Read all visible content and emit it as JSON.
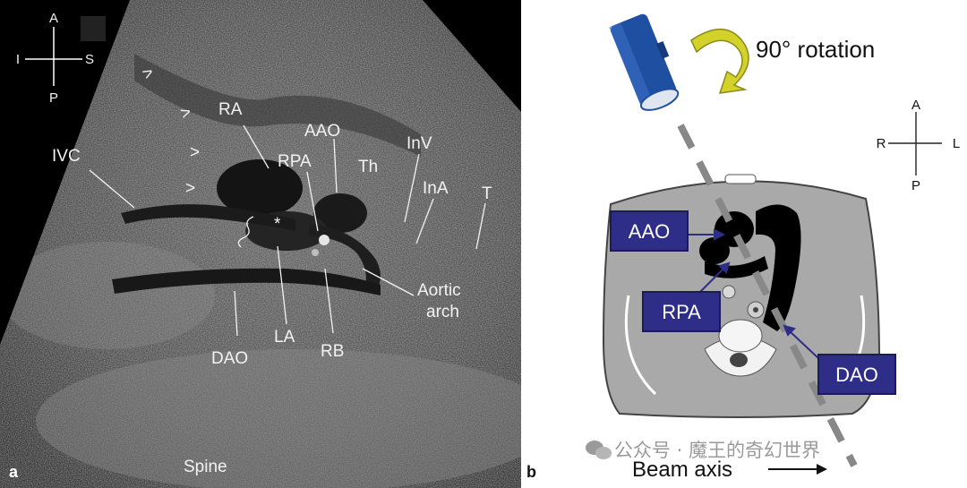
{
  "panel_a": {
    "letter": "a",
    "orientation": {
      "top": "A",
      "bottom": "P",
      "left": "I",
      "right": "S"
    },
    "labels": {
      "ra": "RA",
      "aao": "AAO",
      "rpa": "RPA",
      "th": "Th",
      "inv": "InV",
      "ina": "InA",
      "t": "T",
      "ivc": "IVC",
      "aortic_arch_1": "Aortic",
      "aortic_arch_2": "arch",
      "la": "LA",
      "rb": "RB",
      "dao": "DAO",
      "spine": "Spine",
      "star": "*"
    },
    "arrowheads": [
      ">",
      ">",
      ">",
      ">"
    ]
  },
  "panel_b": {
    "letter": "b",
    "rotation": "90° rotation",
    "orientation": {
      "top": "A",
      "bottom": "P",
      "left": "R",
      "right": "L"
    },
    "boxes": {
      "aao": "AAO",
      "rpa": "RPA",
      "dao": "DAO"
    },
    "beam_axis": "Beam axis",
    "colors": {
      "box": "#2e2d87",
      "probe": "#1f4fa0",
      "rotation_arrow": "#d2d22a",
      "thorax": "#a9a9a9",
      "vessel": "#000000"
    }
  },
  "watermark": "公众号 · 魔王的奇幻世界"
}
